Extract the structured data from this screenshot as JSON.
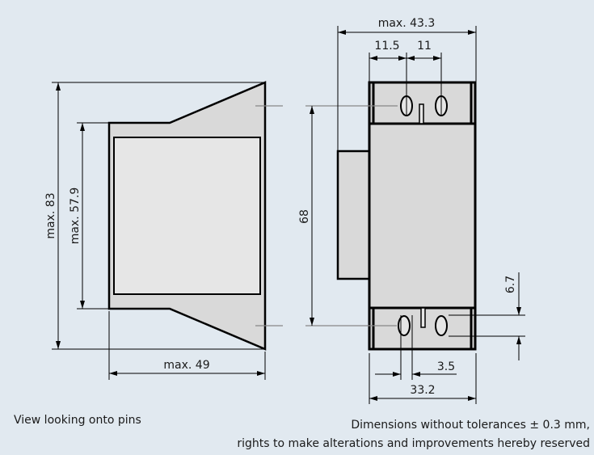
{
  "title": "Dimensional drawing",
  "colors": {
    "background": "#e1e9f0",
    "body_fill": "#d9d9d9",
    "inner_fill": "#e4e4e4",
    "line": "#000000"
  },
  "side_view": {
    "dim_height_total": "max. 83",
    "dim_height_inner": "max. 57.9",
    "dim_depth": "max. 49"
  },
  "pin_view": {
    "dim_width_total": "max. 43.3",
    "dim_pin_offset_1": "11.5",
    "dim_pin_offset_2": "11",
    "dim_pin_spacing": "68",
    "dim_pin_length": "6.7",
    "dim_pin_width": "3.5",
    "dim_body_width": "33.2"
  },
  "captions": {
    "view_note": "View looking onto pins",
    "disclaimer_line1": "Dimensions without tolerances ± 0.3 mm,",
    "disclaimer_line2": "rights to make alterations and improvements hereby reserved"
  }
}
